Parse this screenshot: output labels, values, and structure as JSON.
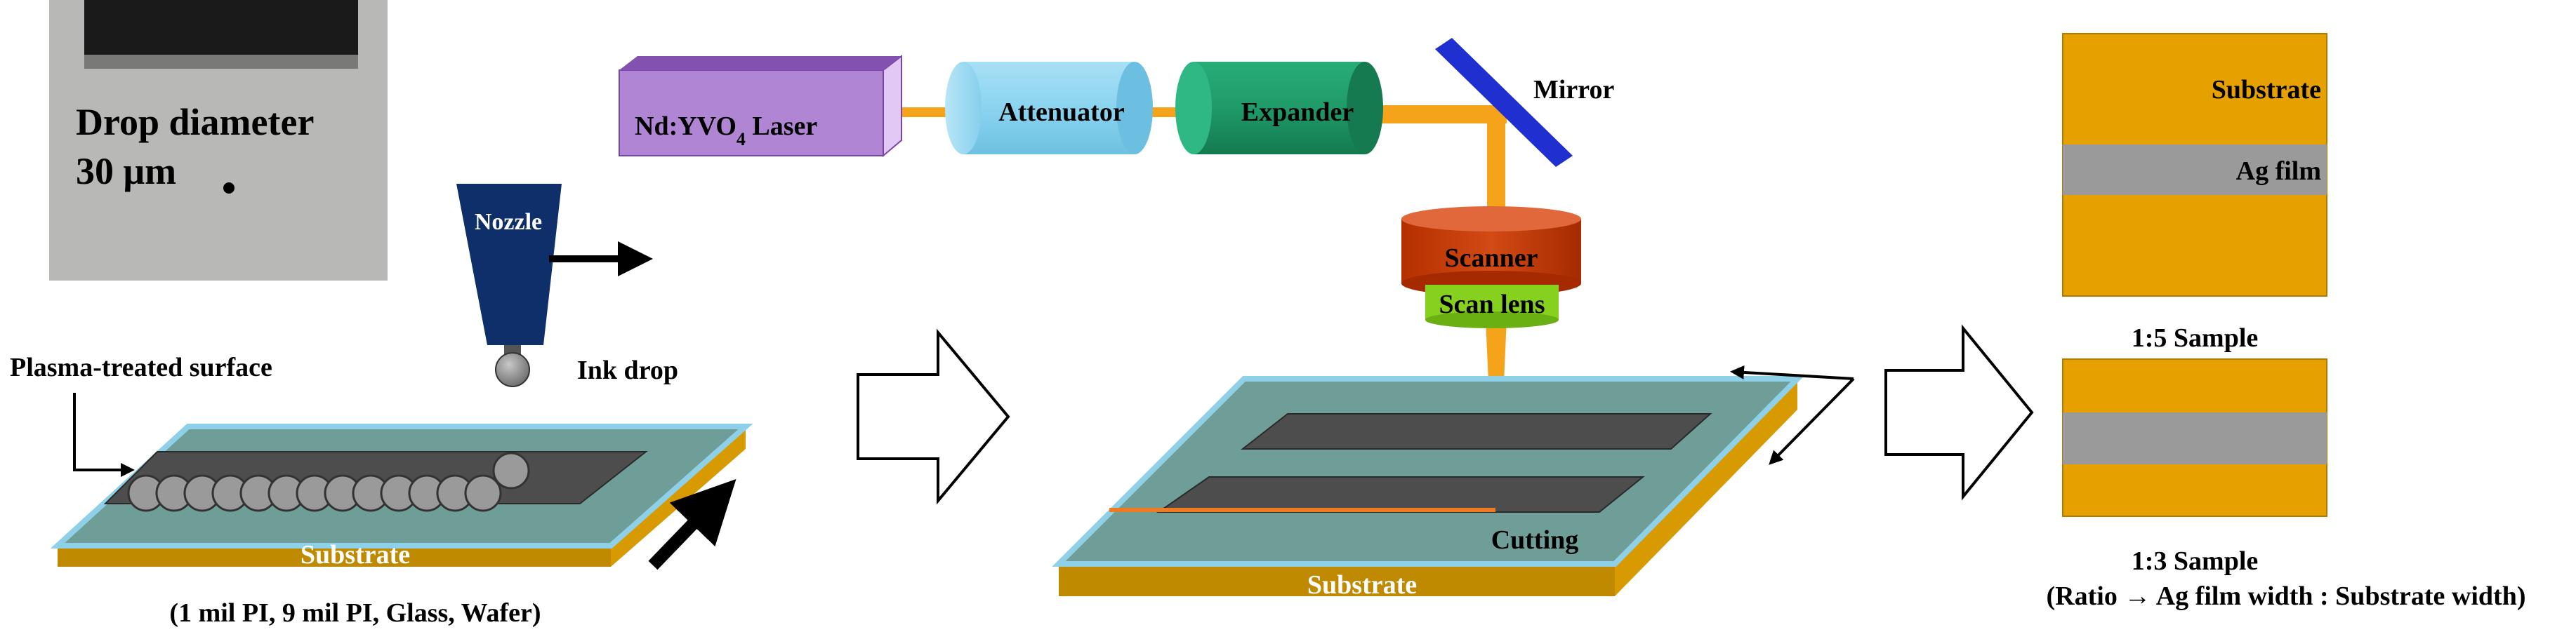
{
  "photo": {
    "line1": "Drop diameter",
    "line2": "30 μm"
  },
  "printing": {
    "nozzle": "Nozzle",
    "ink_drop": "Ink drop",
    "surface": "Plasma-treated surface",
    "substrate": "Substrate",
    "materials": "(1 mil PI, 9 mil PI, Glass, Wafer)"
  },
  "laser": {
    "source_prefix": "Nd:YVO",
    "source_sub": "4",
    "source_suffix": " Laser",
    "attenuator": "Attenuator",
    "expander": "Expander",
    "mirror": "Mirror",
    "scanner": "Scanner",
    "scan_lens": "Scan lens",
    "cutting": "Cutting",
    "substrate": "Substrate"
  },
  "samples": {
    "substrate": "Substrate",
    "ag_film": "Ag film",
    "sample_1_5": "1:5 Sample",
    "sample_1_3": "1:3 Sample",
    "ratio_note": "(Ratio → Ag film width : Substrate width)"
  },
  "colors": {
    "substrate_top": "#6f9e98",
    "substrate_side": "#c08a00",
    "film_gold": "#e6a000",
    "film_gray": "#9a9a9a",
    "laser_beam": "#f5a31a",
    "nd_yvo4_laser": "#a070c8",
    "attenuator": "#8ad4f0",
    "expander": "#1f9a68",
    "mirror": "#1f2fd0",
    "scanner": "#c23a0a",
    "scan_lens": "#86d11e",
    "nozzle": "#0f2f6a"
  }
}
